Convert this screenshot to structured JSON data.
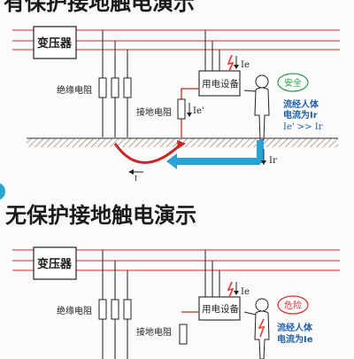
{
  "top_title": "有保护接地触电演示",
  "bottom_title": "无保护接地触电演示",
  "top": {
    "transformer": "变压器",
    "insulation_resistance": "绝缘电阻",
    "grounding_resistance": "接地电阻",
    "device": "用电设备",
    "status": "安全",
    "current_note_line1": "流经人体",
    "current_note_line2": "电流为Ir",
    "compare": "Ie' >> Ir",
    "label_ie": "Ie",
    "label_ie_prime": "Ie'",
    "label_ir": "Ir",
    "label_i": "I"
  },
  "bottom": {
    "transformer": "变压器",
    "insulation_resistance": "绝缘电阻",
    "grounding_resistance": "接地电阻",
    "device": "用电设备",
    "status": "危险",
    "current_note_line1": "流经人体",
    "current_note_line2": "电流为Ie",
    "label_ie": "Ie"
  },
  "colors": {
    "power_line": "#e06f6f",
    "ground_arrow": "#29a3d6",
    "return_arrow": "#c62828",
    "spark": "#e53935",
    "note_text": "#1f5fa8",
    "safe_bubble": "#2e9e4b",
    "danger_bubble": "#d32f2f"
  }
}
